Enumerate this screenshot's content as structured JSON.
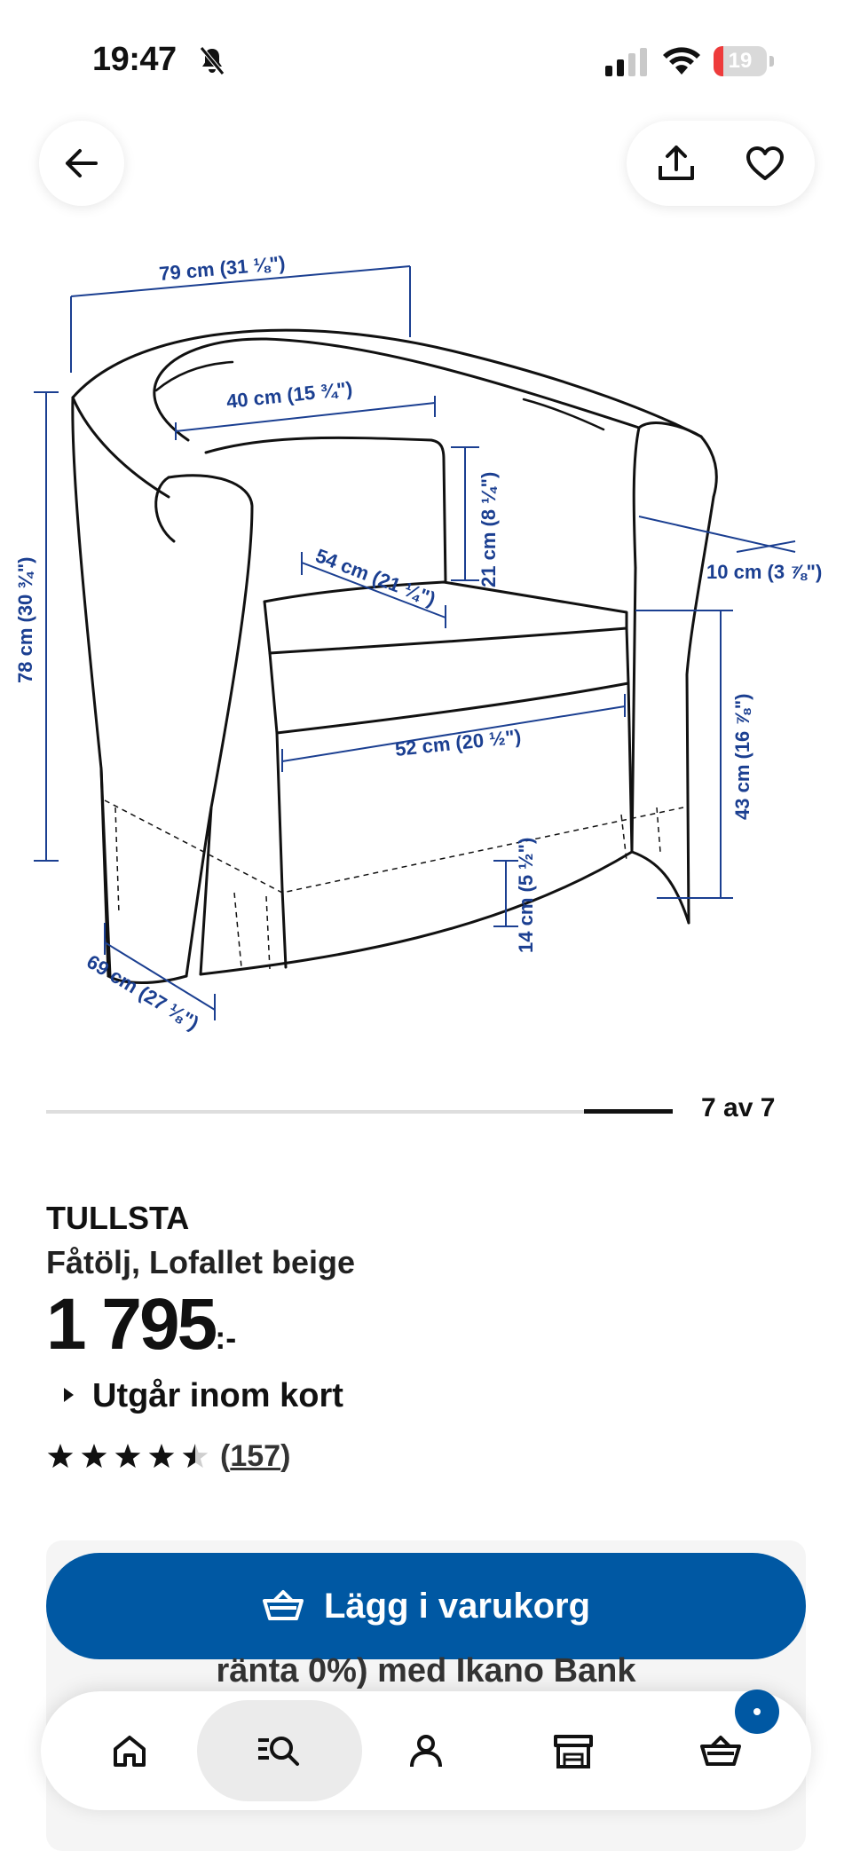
{
  "status_bar": {
    "time": "19:47",
    "battery_level": "19",
    "battery_fraction": 0.19,
    "icons": [
      "bell-slash-icon",
      "signal-icon",
      "wifi-icon",
      "battery-icon"
    ]
  },
  "header": {
    "icons": [
      "arrow-left-icon",
      "share-icon",
      "heart-icon"
    ]
  },
  "diagram": {
    "dimensions": {
      "width": "79 cm (31 ⅛\")",
      "seat_width": "40 cm (15 ¾\")",
      "cushion_height": "21 cm (8 ¼\")",
      "seat_depth": "54 cm (21 ¼\")",
      "arm_width": "10 cm (3 ⅞\")",
      "height": "78 cm (30 ¾\")",
      "seat_height": "43 cm (16 ⅞\")",
      "front_width": "52 cm (20 ½\")",
      "skirt_height": "14 cm (5 ½\")",
      "depth": "69 cm (27 ⅛\")"
    }
  },
  "carousel": {
    "counter": "7 av 7",
    "current": 7,
    "total": 7
  },
  "product": {
    "name": "TULLSTA",
    "description": "Fåtölj, Lofallet beige",
    "price": "1 795",
    "price_suffix": ":-",
    "availability": "Utgår inom kort",
    "rating": 4.5,
    "rating_max": 5,
    "reviews_count": "157"
  },
  "actions": {
    "add_to_cart": "Lägg i varukorg",
    "financing_text": "ränta 0%) med Ikano Bank"
  },
  "nav": {
    "items": [
      "home-icon",
      "search-icon",
      "user-icon",
      "store-icon",
      "cart-icon"
    ],
    "active": "search-icon"
  },
  "colors": {
    "primary": "#0058a3",
    "dimension_blue": "#1b3f91",
    "battery_low": "#ee3b3b"
  }
}
